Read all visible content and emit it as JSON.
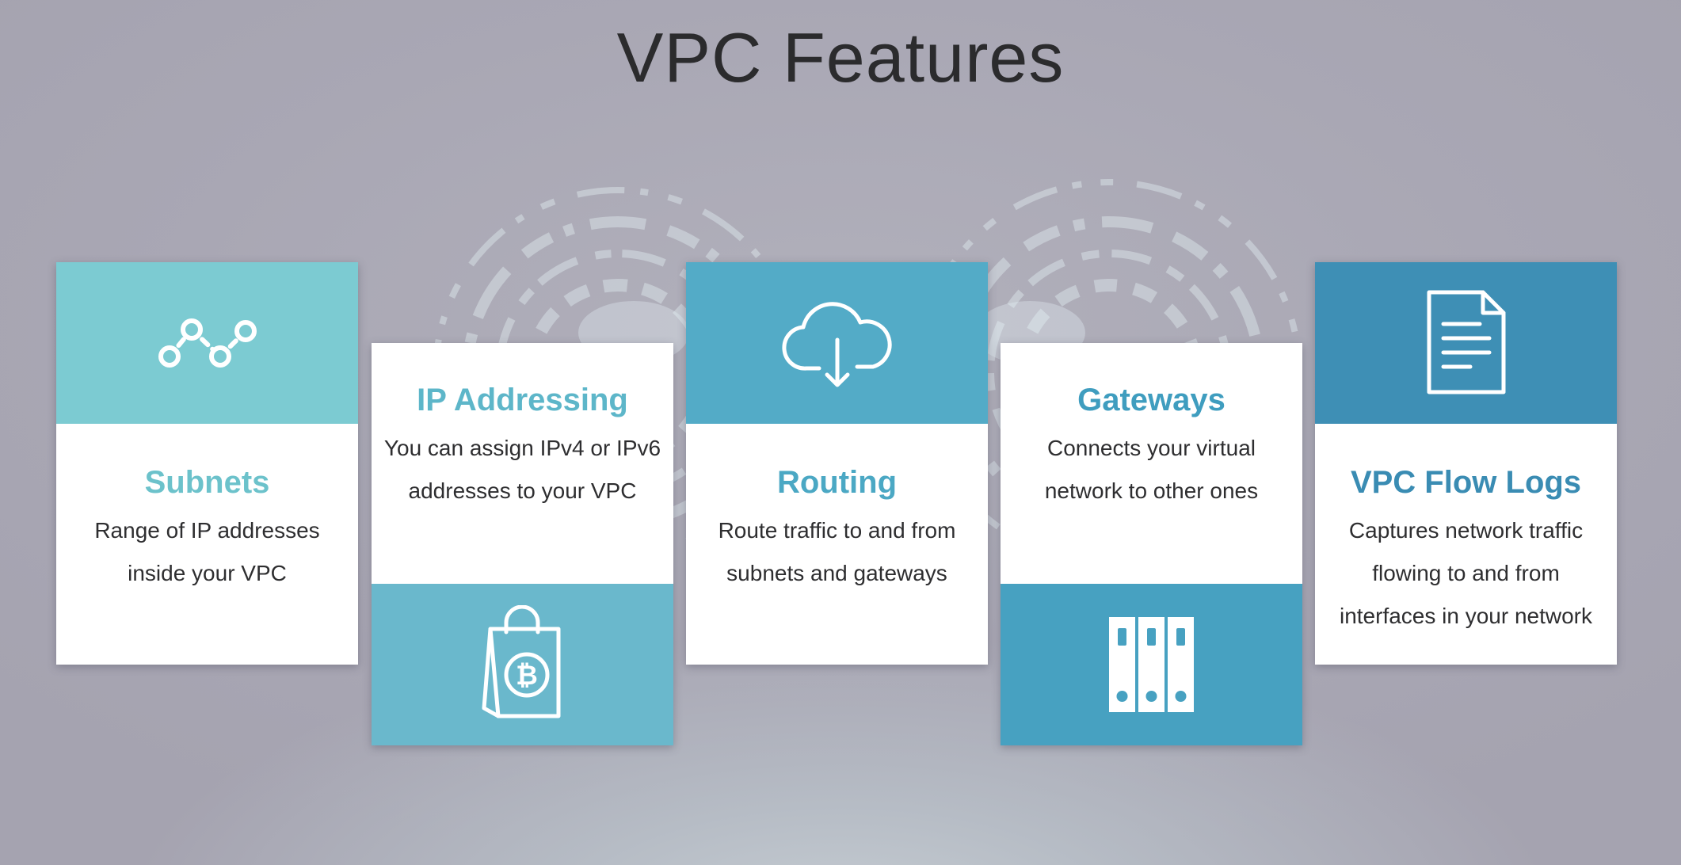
{
  "slide": {
    "title": "VPC Features"
  },
  "cards": [
    {
      "title": "Subnets",
      "description": "Range of IP addresses inside your VPC",
      "icon": "network-nodes-icon",
      "band_color": "#7ccbd2",
      "title_color": "#6cc2cb"
    },
    {
      "title": "IP Addressing",
      "description": "You can assign IPv4 or IPv6 addresses to your VPC",
      "icon": "bitcoin-bag-icon",
      "band_color": "#6ab8cc",
      "title_color": "#5db6c9"
    },
    {
      "title": "Routing",
      "description": "Route traffic to and from subnets and gateways",
      "icon": "cloud-download-icon",
      "band_color": "#53abc7",
      "title_color": "#4ba8c4"
    },
    {
      "title": "Gateways",
      "description": "Connects your virtual network to other ones",
      "icon": "binders-icon",
      "band_color": "#47a1c1",
      "title_color": "#3f9dbf"
    },
    {
      "title": "VPC Flow Logs",
      "description": "Captures network traffic flowing to and from interfaces in your network",
      "icon": "document-icon",
      "band_color": "#3e8fb5",
      "title_color": "#3a8cb3"
    }
  ]
}
